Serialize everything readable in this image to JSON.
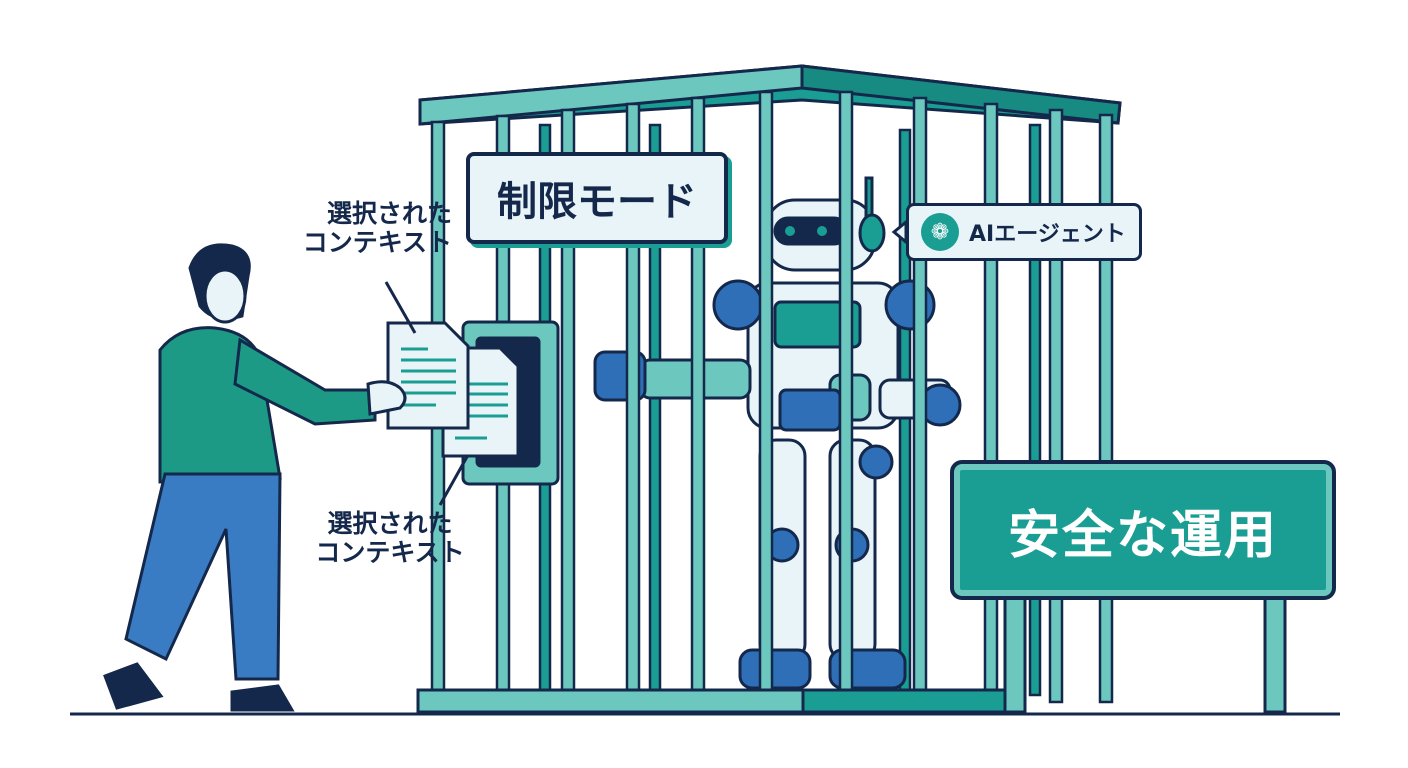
{
  "scene": {
    "description": "Illustration of a person handing selected context documents through a slot into a cage containing an AI agent robot; signs read restricted mode and safe operation",
    "colors": {
      "outline": "#14284b",
      "teal_dark": "#1a9e94",
      "teal_light": "#6cc8bf",
      "panel_bg": "#e8f4f7",
      "blue": "#2f6fb7",
      "person_shirt": "#1d9a85",
      "person_pants": "#3a7cc4"
    }
  },
  "labels": {
    "selected_context_top": [
      "選択された",
      "コンテキスト"
    ],
    "selected_context_bottom": [
      "選択された",
      "コンテキスト"
    ],
    "restricted_mode_sign": "制限モード",
    "agent_badge": "AIエージェント",
    "agent_logo_icon": "openai-knot-icon",
    "safe_operation_sign": "安全な運用"
  }
}
